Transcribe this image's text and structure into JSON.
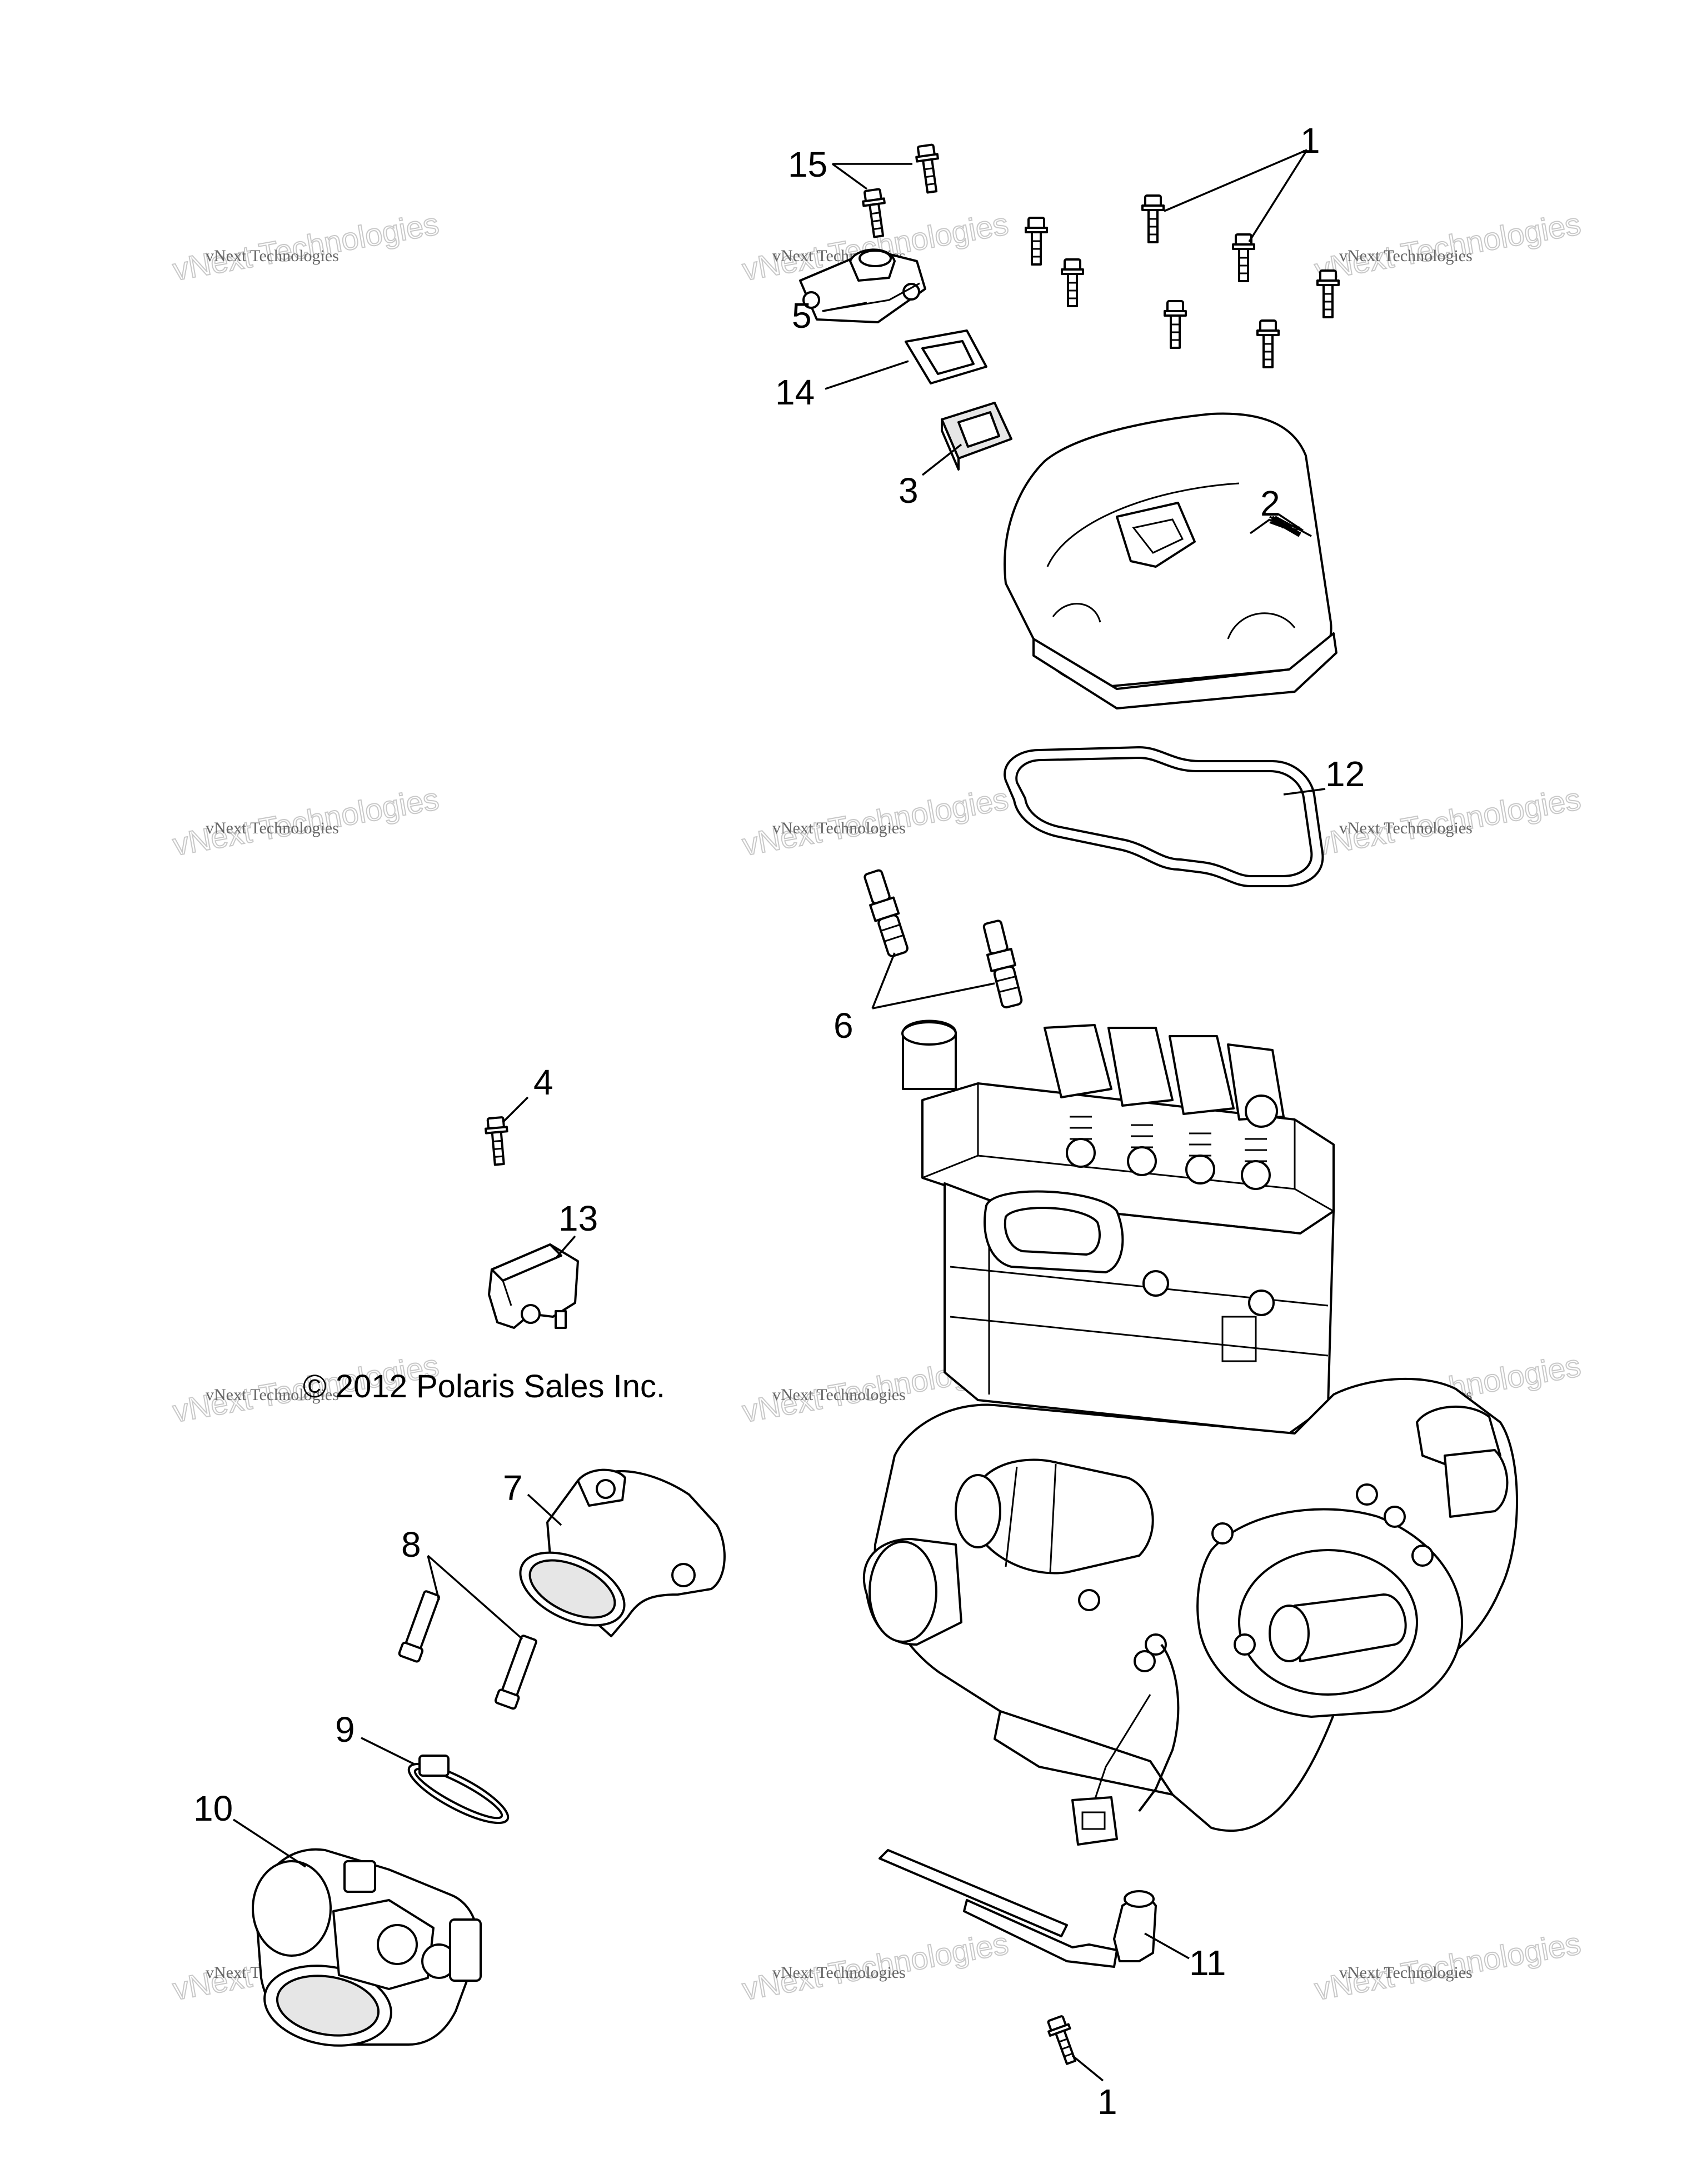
{
  "diagram": {
    "copyright": "© 2012 Polaris Sales Inc.",
    "watermark": {
      "small": "vNext Technologies",
      "big": "vNext Technologies"
    },
    "callouts": {
      "c1_top": "1",
      "c1_bottom": "1",
      "c2": "2",
      "c3": "3",
      "c4": "4",
      "c5": "5",
      "c6": "6",
      "c7": "7",
      "c8": "8",
      "c9": "9",
      "c10": "10",
      "c11": "11",
      "c12": "12",
      "c13": "13",
      "c14": "14",
      "c15": "15"
    }
  }
}
